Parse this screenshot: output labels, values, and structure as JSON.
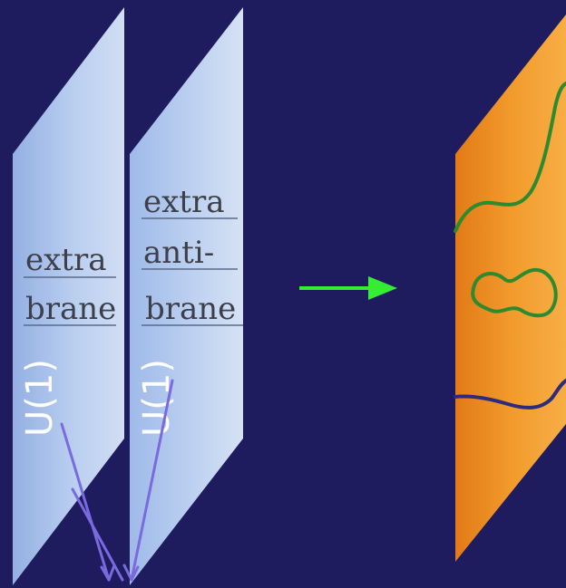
{
  "diagram": {
    "background_color": "#1e1c5e",
    "left_brane": {
      "line1": "extra",
      "line2": "brane",
      "gauge_label": "U(1)",
      "color": "#aac8f4"
    },
    "right_brane": {
      "line1": "extra",
      "line2": "anti-",
      "line3": "brane",
      "gauge_label": "U(1)",
      "color": "#aac8f4"
    },
    "arrow_color": "#33ee33",
    "result_brane": {
      "color": "#f39423",
      "open_string_color": "#2e8a2e",
      "closed_loop_color": "#2e8a2e",
      "flux_string_color": "#2d2b7a"
    },
    "exchange_lines_color": "#7a6ae0"
  }
}
